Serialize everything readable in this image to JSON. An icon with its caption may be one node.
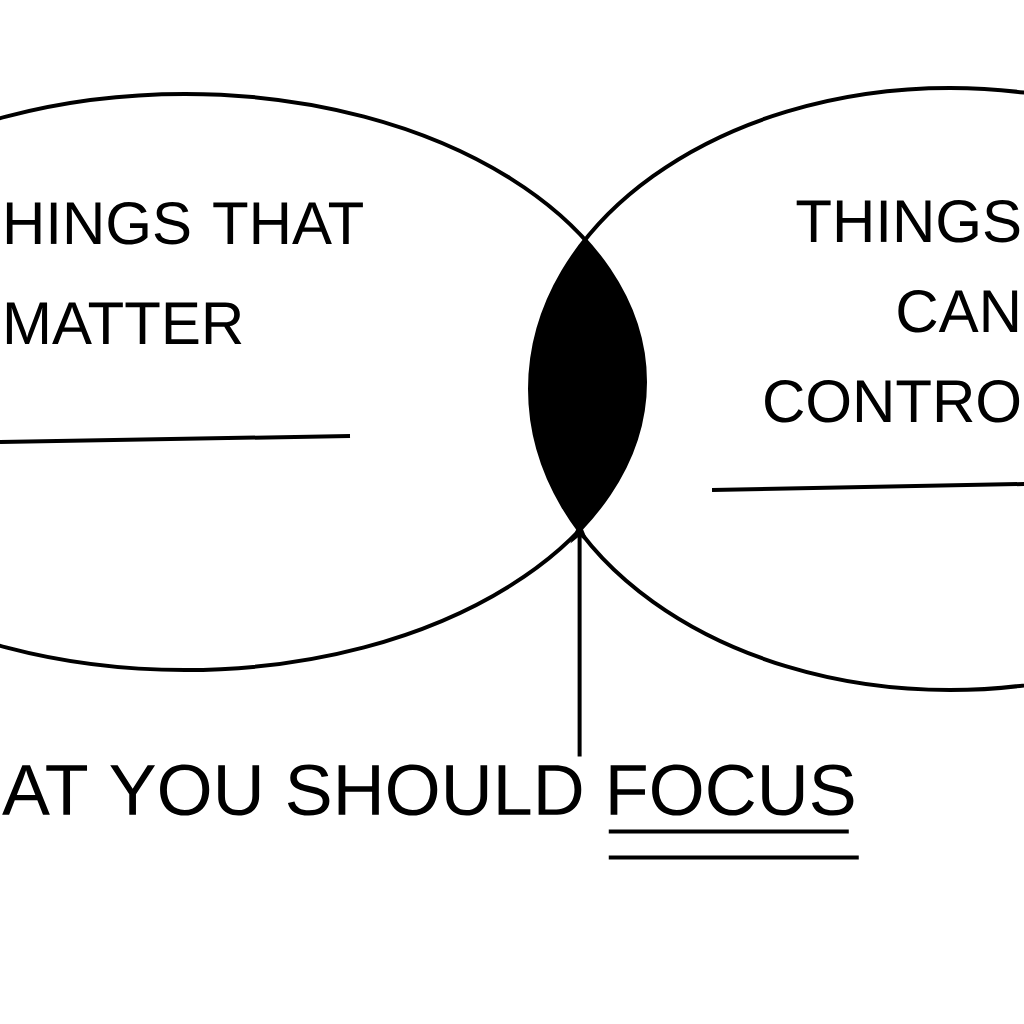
{
  "diagram": {
    "nodes": [
      {
        "text": [
          "HINGS THAT MATTER"
        ]
      },
      {
        "text": [
          "THINGS CAN CONTRO"
        ]
      },
      {
        "text": [],
        "shape": "lens"
      },
      {
        "text": [
          "AT YOU SHOULD FOCUS"
        ]
      }
    ],
    "edges": [
      {
        "from": 3,
        "to": 2,
        "arrow": "to"
      }
    ]
  }
}
